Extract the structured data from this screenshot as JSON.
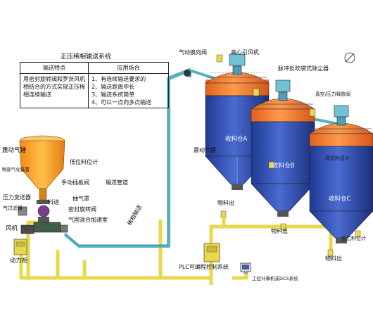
{
  "table": {
    "title": "正压稀相输送系统",
    "col1_header": "输送特点",
    "col2_header": "应用场合",
    "col1_lines": [
      "用密封旋转阀和罗茨风机",
      "相结合的方式实现正压稀",
      "相连续输送"
    ],
    "col2_lines": [
      "1、有连续输送要求的",
      "2、输送距离中长",
      "3、输送系统简单",
      "4、可以一点向多点输送"
    ]
  },
  "labels": {
    "vibration_hammer_top": "震动气锤",
    "fluidizer": "喉部气化装置",
    "low_level_gauge_hopper": "低位料位计",
    "manual_gate_valve": "手动插板阀",
    "exhaust_hood": "抽气罩",
    "rotary_valve": "密封旋转阀",
    "gas_solid_chamber": "气固混合加速室",
    "pressure_transmitter": "压力变送器",
    "air_filter": "气过滤器",
    "fan": "风机",
    "material_inlet": "料进",
    "power_cabinet": "动力柜",
    "conveying_pipe": "输送管道",
    "dense_pipe": "稀相输送",
    "diverter_valve": "气动换向阀",
    "centrifugal_fan": "高心引风机",
    "pulse_filter": "脉冲反吹袋式除尘器",
    "vacuum_valve": "真空/压力释放阀",
    "high_level_gauge": "高位料位计",
    "vibration_hammer_silo": "震动气锤",
    "silo_a": "收料仓A",
    "silo_b": "收料仓B",
    "silo_c": "收料仓C",
    "discharge_a": "物料出",
    "discharge_b": "物料出",
    "discharge_c": "物料出",
    "low_level_gauge_silo": "低位料位计",
    "plc": "PLC可编程控制系统",
    "dcs": "工控计算机或DCS系统"
  },
  "colors": {
    "silo_blue": "#2f4fae",
    "silo_top_orange": "#f0762a",
    "hopper_orange": "#f7a022",
    "pipe_teal": "#4fb3c0",
    "control_line_yellow": "#e8d84a"
  }
}
